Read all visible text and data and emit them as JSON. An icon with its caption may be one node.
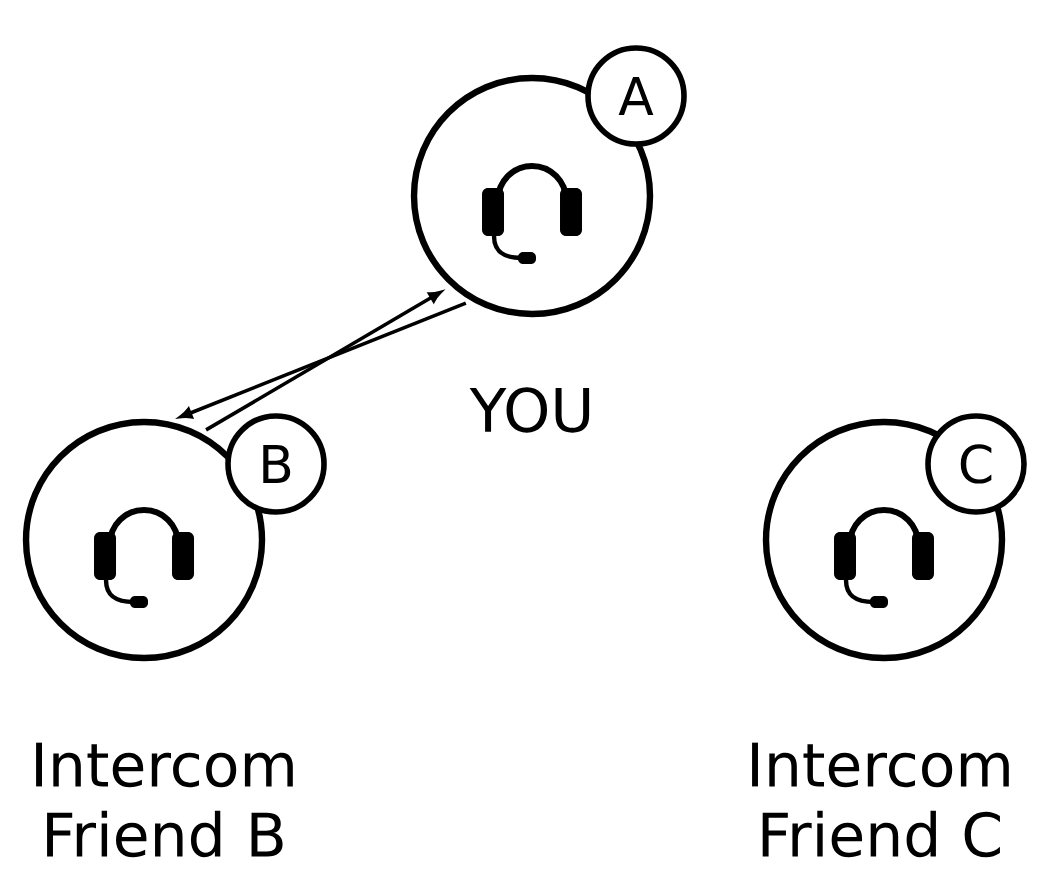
{
  "diagram": {
    "nodes": [
      {
        "text": [
          "A"
        ],
        "beside": [
          "YOU"
        ]
      },
      {
        "text": [
          "B"
        ],
        "beside": [
          "Intercom Friend B"
        ]
      },
      {
        "text": [
          "C"
        ],
        "beside": [
          "Intercom Friend C"
        ]
      }
    ],
    "edges": [
      {
        "from": 1,
        "to": 0,
        "arrow": "to"
      },
      {
        "from": 0,
        "to": 1,
        "arrow": "to"
      }
    ]
  }
}
